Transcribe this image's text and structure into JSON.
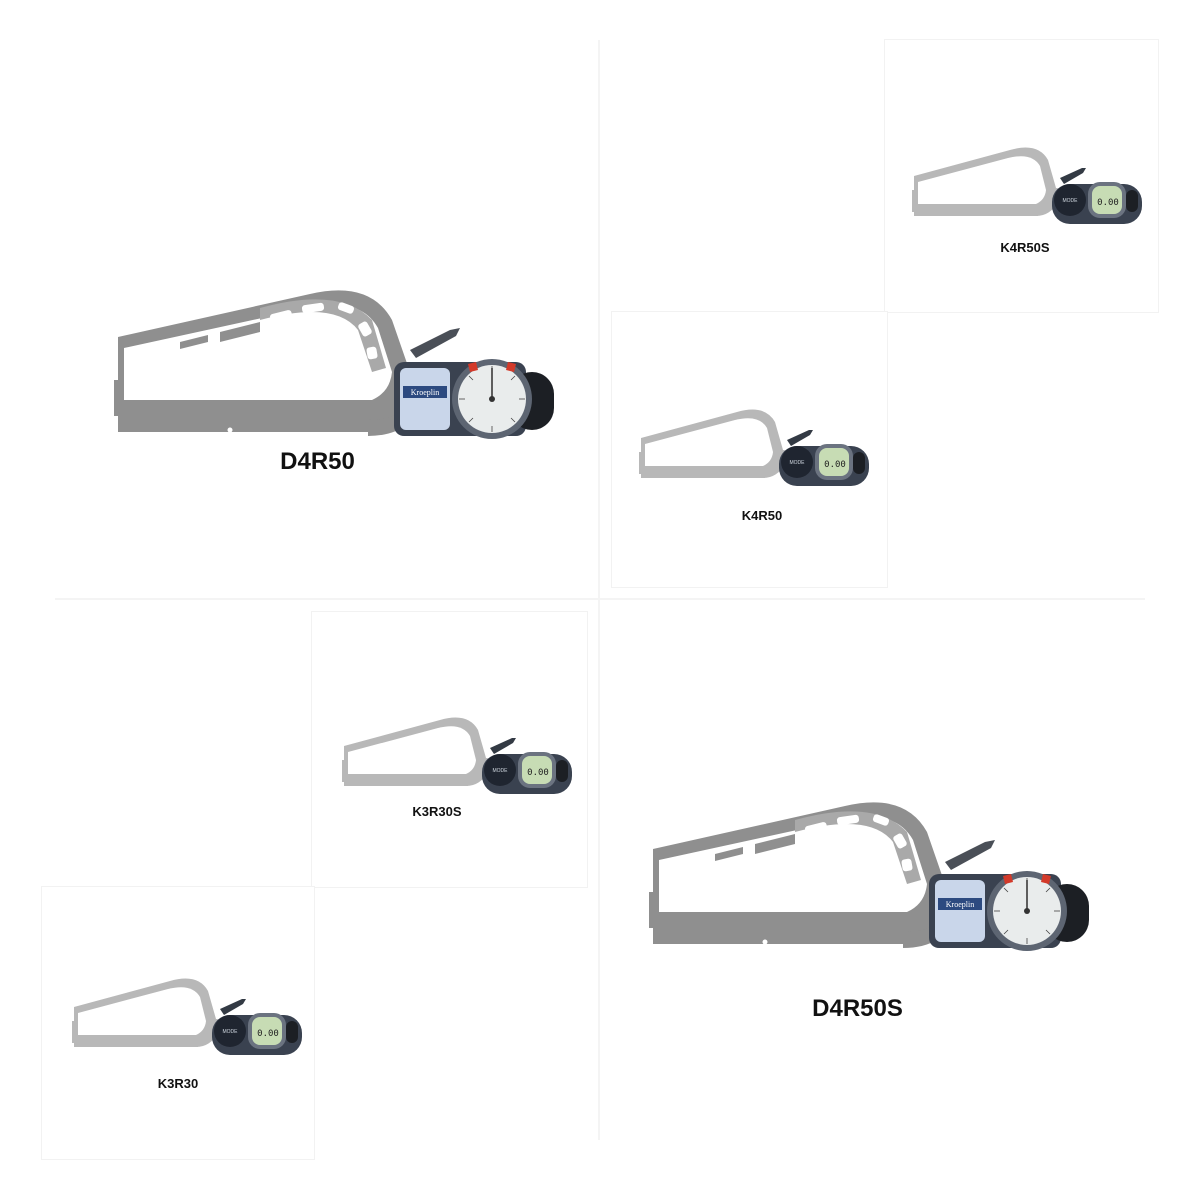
{
  "products": [
    {
      "id": "d4r50",
      "model": "D4R50",
      "type": "dial",
      "brand": "Kroeplin",
      "reading": ""
    },
    {
      "id": "k4r50s",
      "model": "K4R50S",
      "type": "digital",
      "reading": "0.00"
    },
    {
      "id": "k4r50",
      "model": "K4R50",
      "type": "digital",
      "reading": "0.00"
    },
    {
      "id": "k3r30s",
      "model": "K3R30S",
      "type": "digital",
      "reading": "0.00"
    },
    {
      "id": "k3r30",
      "model": "K3R30",
      "type": "digital",
      "reading": "0.00"
    },
    {
      "id": "d4r50s",
      "model": "D4R50S",
      "type": "dial",
      "brand": "Kroeplin",
      "reading": ""
    }
  ],
  "colors": {
    "frame": "#8f8f8f",
    "frame_light": "#b8b8b8",
    "gauge_body": "#3a4250",
    "label_plate": "#c9d6ea",
    "brand_band": "#2c4a80",
    "lcd": "#c7dcb4",
    "dial_face": "#e9ecec",
    "pointer": "#d33a2a"
  }
}
